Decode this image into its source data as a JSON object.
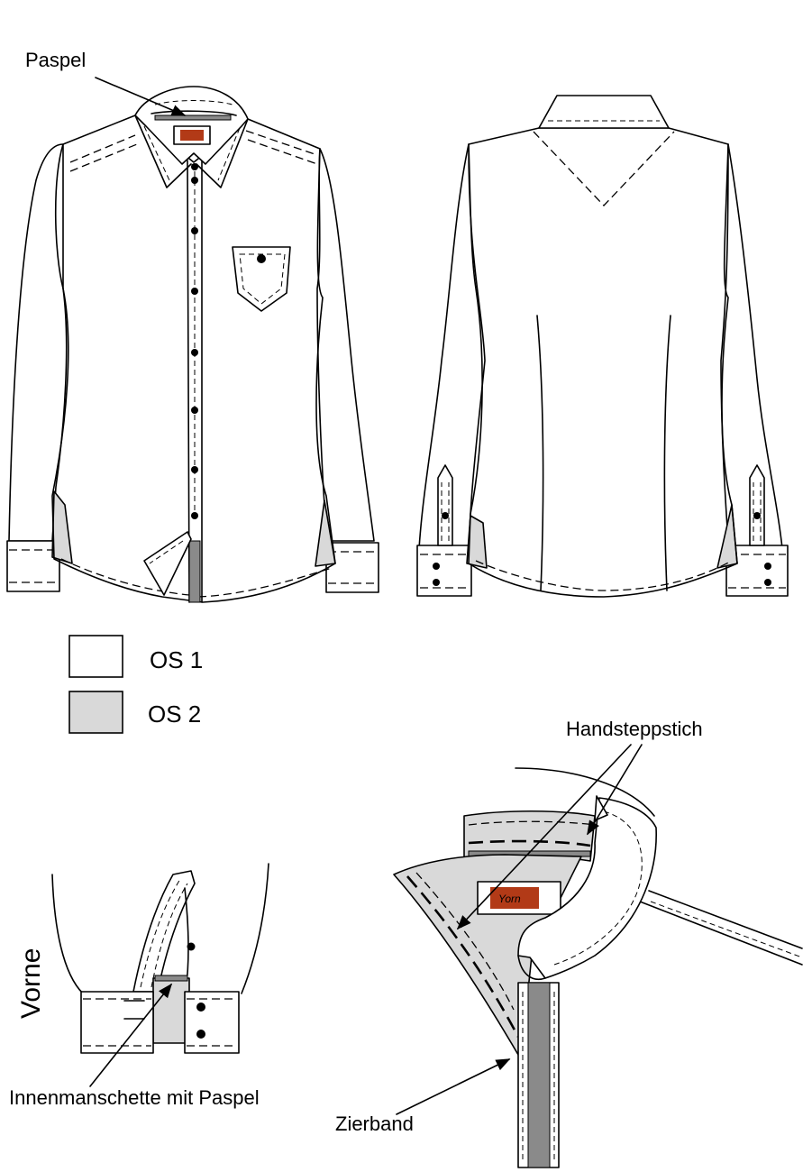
{
  "labels": {
    "paspel": "Paspel",
    "handsteppstich": "Handsteppstich",
    "vorne": "Vorne",
    "innenmanschette": "Innenmanschette mit Paspel",
    "zierband": "Zierband"
  },
  "legend": [
    {
      "label": "OS 1",
      "color": "#ffffff"
    },
    {
      "label": "OS 2",
      "color": "#d9d9d9"
    }
  ],
  "brand_label": {
    "text": "Yorn",
    "color": "#b23a17"
  },
  "colors": {
    "line": "#000000",
    "os2_fill": "#d9d9d9",
    "piping": "#8a8a8a",
    "brand_label": "#b23a17"
  }
}
